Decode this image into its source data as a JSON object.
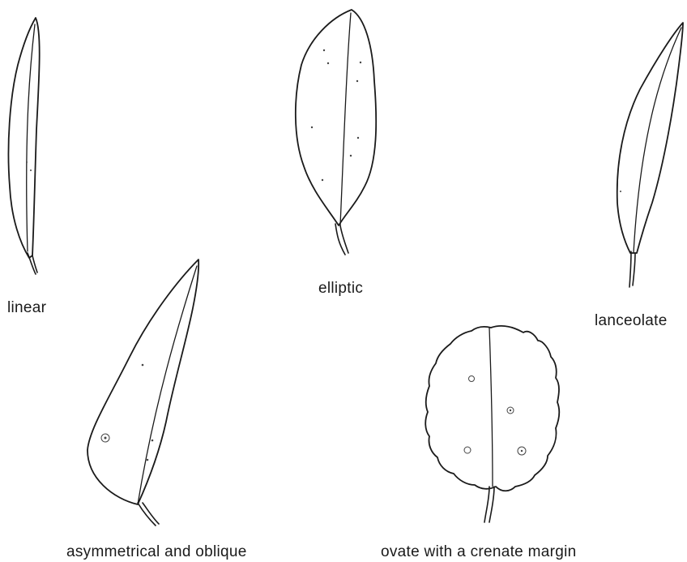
{
  "labels": {
    "linear": "linear",
    "elliptic": "elliptic",
    "lanceolate": "lanceolate",
    "asymmetrical": "asymmetrical and oblique",
    "ovate": "ovate with a crenate margin"
  }
}
